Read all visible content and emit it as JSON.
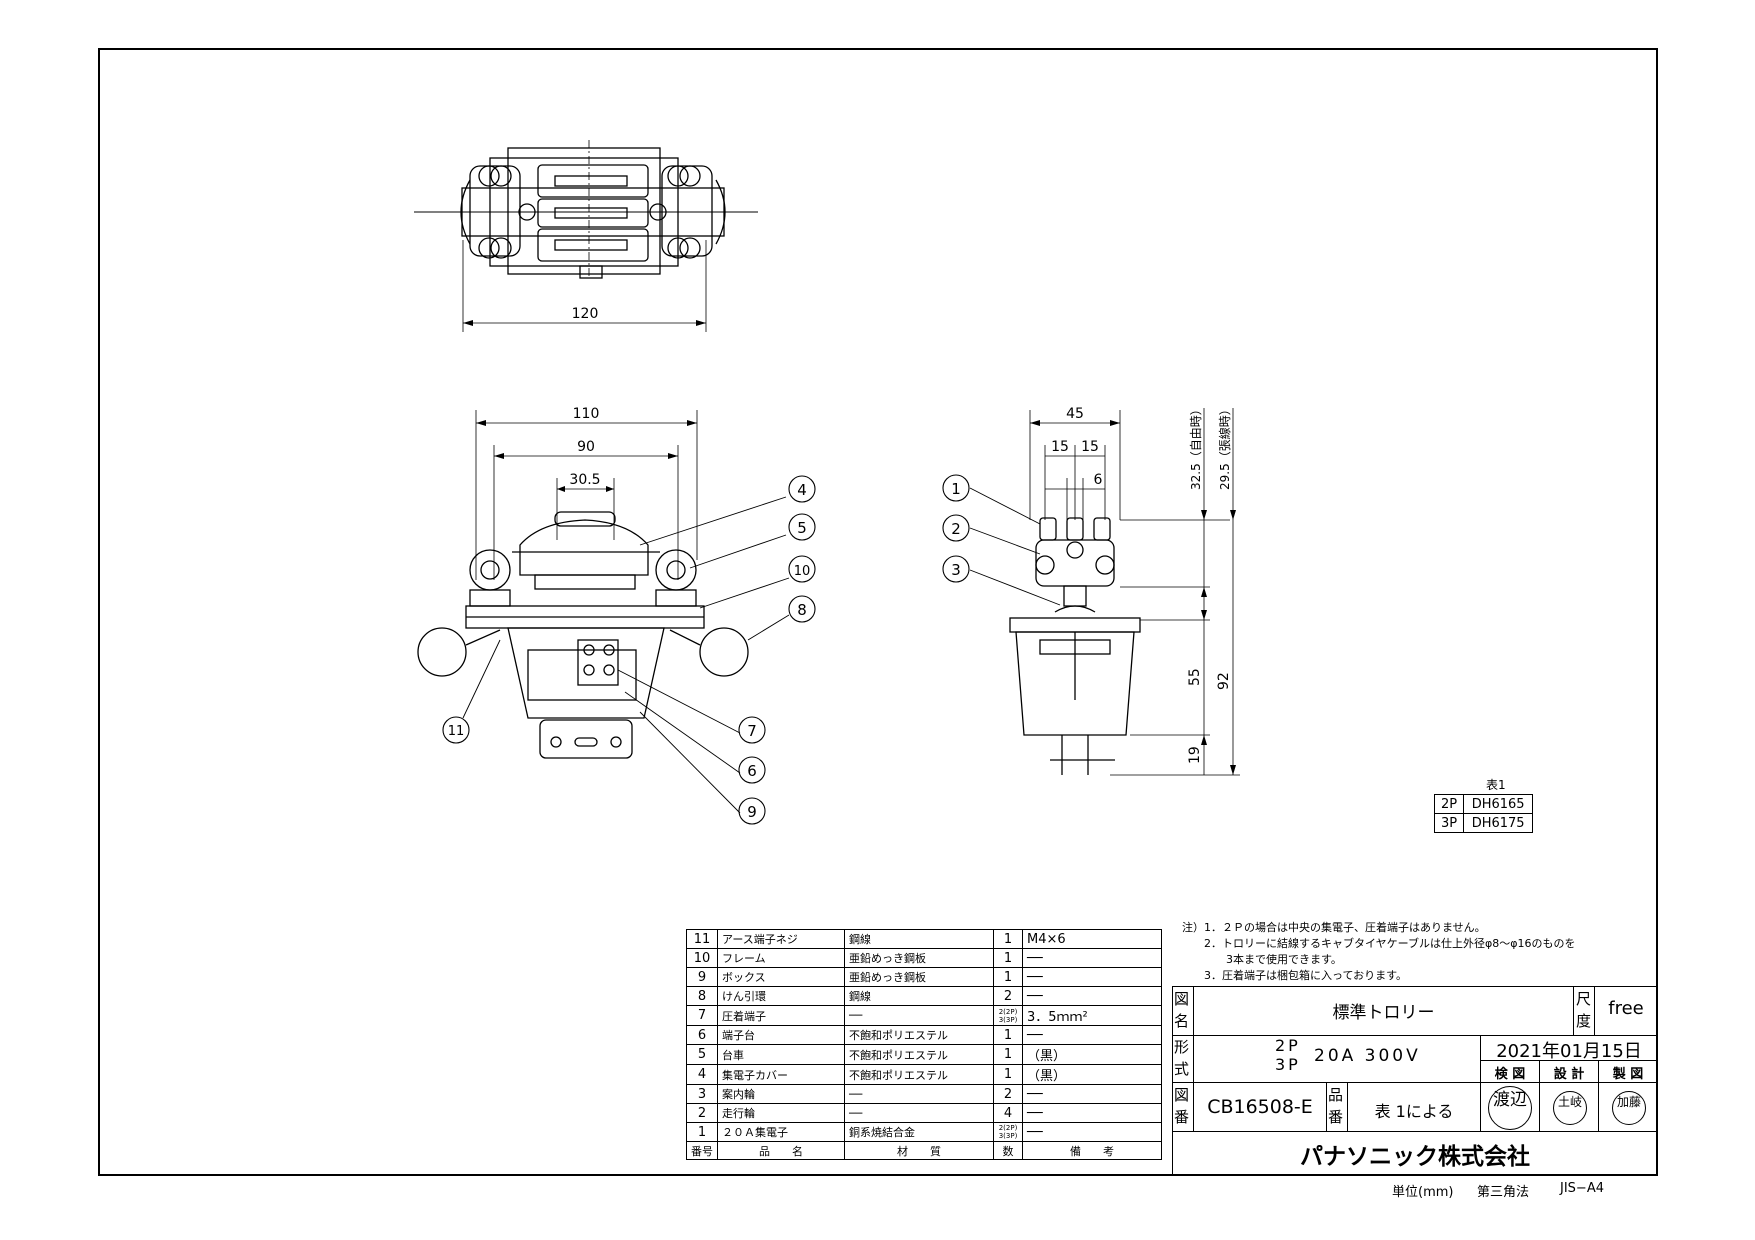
{
  "dimensions": {
    "top_width": "120",
    "front_outer": "110",
    "front_inner": "90",
    "front_center": "30.5",
    "side_width": "45",
    "side_left": "15",
    "side_right": "15",
    "side_small": "6",
    "side_free": "32.5（自由時）",
    "side_taut": "29.5（張線時）",
    "side_box": "55",
    "side_total": "92",
    "side_bottom": "19"
  },
  "callouts": [
    "1",
    "2",
    "3",
    "4",
    "5",
    "6",
    "7",
    "8",
    "9",
    "10",
    "11"
  ],
  "table1": {
    "title": "表1",
    "rows": [
      {
        "pole": "2P",
        "model": "DH6165"
      },
      {
        "pole": "3P",
        "model": "DH6175"
      }
    ]
  },
  "notes": [
    "注）1．２Ｐの場合は中央の集電子、圧着端子はありません。",
    "　　2．トロリーに結線するキャブタイヤケーブルは仕上外径φ8～φ16のものを",
    "　　　　3本まで使用できます。",
    "　　3．圧着端子は梱包箱に入っております。"
  ],
  "parts": [
    {
      "no": "11",
      "name": "アース端子ネジ",
      "material": "鋼線",
      "qty": "1",
      "remark": "M4×6"
    },
    {
      "no": "10",
      "name": "フレーム",
      "material": "亜鉛めっき鋼板",
      "qty": "1",
      "remark": "──"
    },
    {
      "no": "9",
      "name": "ボックス",
      "material": "亜鉛めっき鋼板",
      "qty": "1",
      "remark": "──"
    },
    {
      "no": "8",
      "name": "けん引環",
      "material": "鋼線",
      "qty": "2",
      "remark": "──"
    },
    {
      "no": "7",
      "name": "圧着端子",
      "material": "──",
      "qty": "2(2P)\n3(3P)",
      "remark": "3．5ｍｍ²"
    },
    {
      "no": "6",
      "name": "端子台",
      "material": "不飽和ポリエステル",
      "qty": "1",
      "remark": "──"
    },
    {
      "no": "5",
      "name": "台車",
      "material": "不飽和ポリエステル",
      "qty": "1",
      "remark": "（黒）"
    },
    {
      "no": "4",
      "name": "集電子カバー",
      "material": "不飽和ポリエステル",
      "qty": "1",
      "remark": "（黒）"
    },
    {
      "no": "3",
      "name": "案内輪",
      "material": "──",
      "qty": "2",
      "remark": "──"
    },
    {
      "no": "2",
      "name": "走行輪",
      "material": "──",
      "qty": "4",
      "remark": "──"
    },
    {
      "no": "1",
      "name": "２０Ａ集電子",
      "material": "銅系焼結合金",
      "qty": "2(2P)\n3(3P)",
      "remark": "──"
    }
  ],
  "parts_header": {
    "no": "番号",
    "name": "品　　名",
    "material": "材　　質",
    "qty": "数",
    "remark": "備　　考"
  },
  "title_block": {
    "name_label": "図名",
    "name": "標準トロリー",
    "scale_label": "尺度",
    "scale": "free",
    "type_label": "形式",
    "type_line1": "2P",
    "type_line2": "3P",
    "type_rating": "20A 300V",
    "date": "2021年01月15日",
    "roles": [
      "検 図",
      "設 計",
      "製 図"
    ],
    "drawing_no_label": "図番",
    "drawing_no": "CB16508-E",
    "product_no_label": "品番",
    "product_no": "表 1による",
    "stamps": [
      "渡辺",
      "土岐",
      "加藤"
    ],
    "company": "パナソニック株式会社"
  },
  "footer": {
    "unit": "単位(mm)",
    "projection": "第三角法",
    "paper": "JIS−A4"
  }
}
